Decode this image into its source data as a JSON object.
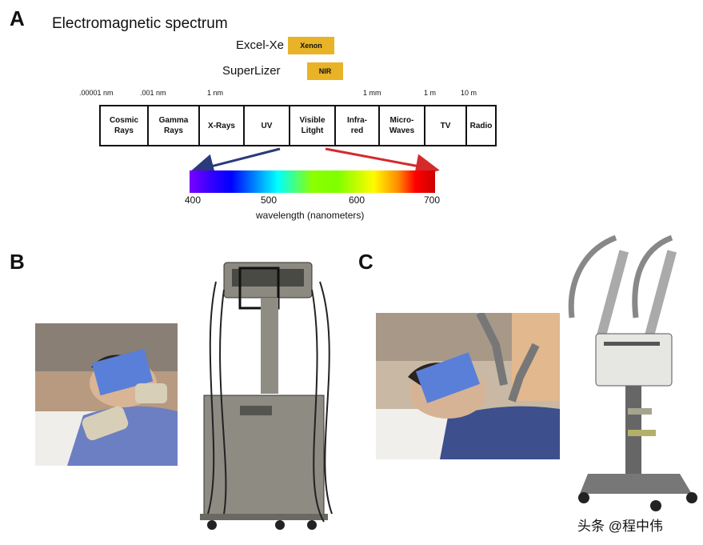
{
  "panels": {
    "a": "A",
    "b": "B",
    "c": "C"
  },
  "title": "Electromagnetic spectrum",
  "devices": [
    {
      "name": "Excel-Xe",
      "badge": "Xenon"
    },
    {
      "name": "SuperLizer",
      "badge": "NIR"
    }
  ],
  "scale_labels": [
    ".00001 nm",
    ".001 nm",
    "1 nm",
    "1 mm",
    "1 m",
    "10 m"
  ],
  "bands": [
    "Cosmic\nRays",
    "Gamma\nRays",
    "X-Rays",
    "UV",
    "Visible\nLitght",
    "Infra-\nred",
    "Micro-\nWaves",
    "TV",
    "Radio"
  ],
  "wavelength_ticks": [
    "400",
    "500",
    "600",
    "700"
  ],
  "axis_label": "wavelength (nanometers)",
  "watermark": "头条 @程中伟",
  "colors": {
    "badge": "#e9b328",
    "arrow_left": "#2a3a7a",
    "arrow_right": "#d42a2a",
    "face_blur": "#5a7fd8"
  }
}
